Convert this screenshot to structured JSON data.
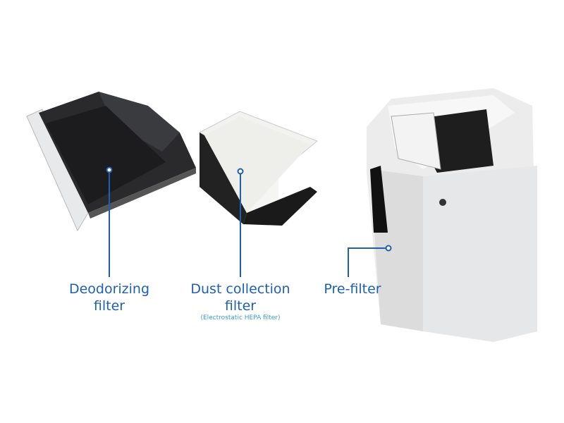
{
  "labels": {
    "deodorizing": {
      "line1": "Deodorizing",
      "line2": "filter"
    },
    "dust": {
      "line1": "Dust collection",
      "line2": "filter",
      "sub": "(Electrostatic HEPA filter)"
    },
    "prefilter": {
      "line1": "Pre-filter"
    }
  },
  "colors": {
    "label": "#1f5fb0",
    "sub": "#3b9bd6",
    "leader": "#1f5fb0"
  }
}
